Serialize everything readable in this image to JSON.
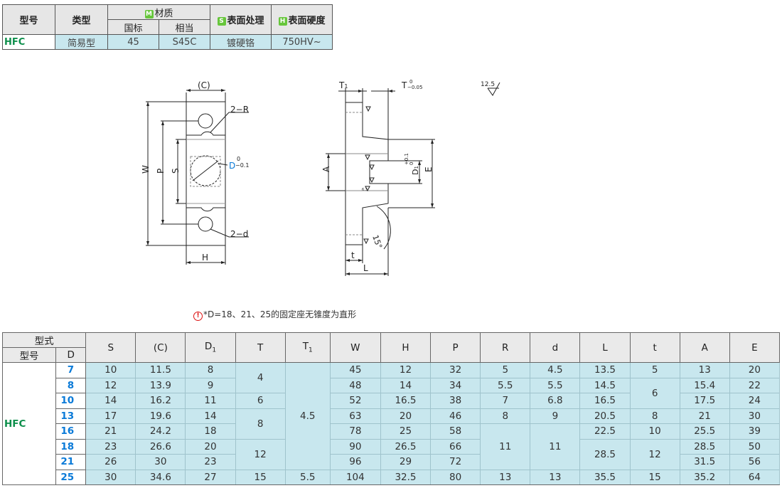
{
  "material_table": {
    "headers": {
      "model": "型号",
      "type": "类型",
      "material": "材质",
      "material_badge": "M",
      "standard": "国标",
      "equivalent": "相当",
      "surface": "表面处理",
      "surface_badge": "S",
      "hardness": "表面硬度",
      "hardness_badge": "H"
    },
    "row": {
      "model": "HFC",
      "type": "简易型",
      "standard": "45",
      "equivalent": "S45C",
      "surface": "镀硬铬",
      "hardness": "750HV~"
    }
  },
  "drawing": {
    "front": {
      "C": "(C)",
      "R": "2−R",
      "D": "D",
      "D_tol_upper": "0",
      "D_tol_lower": "−0.1",
      "W": "W",
      "P": "P",
      "S": "S",
      "d": "2−d",
      "H": "H"
    },
    "side": {
      "T1": "T",
      "T1_sub": "1",
      "T": "T",
      "T_tol_upper": "0",
      "T_tol_lower": "−0.05",
      "A": "A",
      "E": "E",
      "D1": "D",
      "D1_sub": "1",
      "D1_tol_upper": "+0.1",
      "D1_tol_lower": "0",
      "angle": "15°",
      "t": "t",
      "L": "L",
      "rough": "6.3"
    },
    "roughness_symbol": "12.5"
  },
  "note": {
    "icon": "!",
    "text": "*D=18、21、25的固定座无锥度为直形"
  },
  "spec_table": {
    "group_header": "型式",
    "sub_headers": [
      "型号",
      "D"
    ],
    "columns": [
      "S",
      "(C)",
      "D1",
      "T",
      "T1",
      "W",
      "H",
      "P",
      "R",
      "d",
      "L",
      "t",
      "A",
      "E"
    ],
    "model": "HFC",
    "rows": [
      {
        "D": "7",
        "S": "10",
        "C": "11.5",
        "D1": "8",
        "W": "45",
        "H": "12",
        "P": "32",
        "L": "13.5",
        "A": "13",
        "E": "20"
      },
      {
        "D": "8",
        "S": "12",
        "C": "13.9",
        "D1": "9",
        "W": "48",
        "H": "14",
        "P": "34",
        "L": "14.5",
        "A": "15.4",
        "E": "22"
      },
      {
        "D": "10",
        "S": "14",
        "C": "16.2",
        "D1": "11",
        "W": "52",
        "H": "16.5",
        "P": "38",
        "L": "16.5",
        "A": "17.5",
        "E": "24"
      },
      {
        "D": "13",
        "S": "17",
        "C": "19.6",
        "D1": "14",
        "W": "63",
        "H": "20",
        "P": "46",
        "L": "20.5",
        "A": "21",
        "E": "30"
      },
      {
        "D": "16",
        "S": "21",
        "C": "24.2",
        "D1": "18",
        "W": "78",
        "H": "25",
        "P": "58",
        "L": "22.5",
        "A": "25.5",
        "E": "39"
      },
      {
        "D": "18",
        "S": "23",
        "C": "26.6",
        "D1": "20",
        "W": "90",
        "H": "26.5",
        "P": "66",
        "A": "28.5",
        "E": "50"
      },
      {
        "D": "21",
        "S": "26",
        "C": "30",
        "D1": "23",
        "W": "96",
        "H": "29",
        "P": "72",
        "A": "31.5",
        "E": "56"
      },
      {
        "D": "25",
        "S": "30",
        "C": "34.6",
        "D1": "27",
        "W": "104",
        "H": "32.5",
        "P": "80",
        "L": "35.5",
        "A": "35.2",
        "E": "64"
      }
    ],
    "merged": {
      "T_7_8": "4",
      "T_10": "6",
      "T_13_16": "8",
      "T_18_21": "12",
      "T_25": "15",
      "T1_7_21": "4.5",
      "T1_25": "5.5",
      "R_7": "5",
      "R_8": "5.5",
      "R_10": "7",
      "R_13": "8",
      "R_16_21": "11",
      "R_25": "13",
      "d_7": "4.5",
      "d_8": "5.5",
      "d_10": "6.8",
      "d_13": "9",
      "d_16_21": "11",
      "d_25": "13",
      "L_18_21": "28.5",
      "t_7": "5",
      "t_8_10": "6",
      "t_13": "8",
      "t_16": "10",
      "t_18_21": "12",
      "t_25": "15"
    }
  }
}
